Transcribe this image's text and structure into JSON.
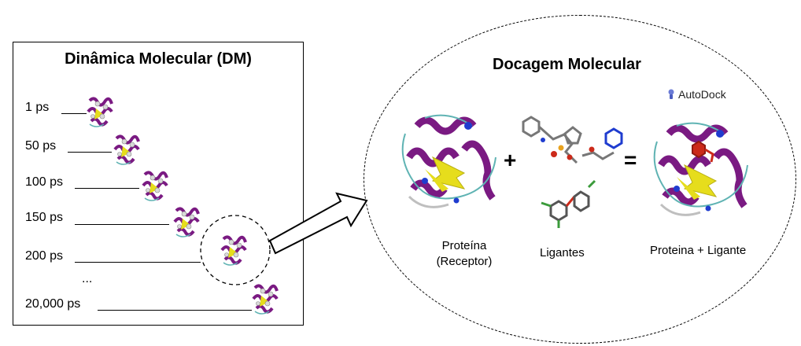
{
  "md_panel": {
    "title": "Dinâmica Molecular (DM)",
    "time_labels": [
      "1 ps",
      "50 ps",
      "100 ps",
      "150 ps",
      "200 ps",
      "20,000 ps"
    ],
    "ellipsis": "..."
  },
  "docking_panel": {
    "title": "Docagem Molecular",
    "software_label": "AutoDock",
    "plus_sign": "+",
    "equals_sign": "=",
    "protein_caption_line1": "Proteína",
    "protein_caption_line2": "(Receptor)",
    "ligands_caption": "Ligantes",
    "complex_caption": "Proteina + Ligante"
  },
  "colors": {
    "helix": "#7a1a82",
    "sheet": "#e6dd1c",
    "coil": "#5fb3b3",
    "ligand_red": "#cc2a1a",
    "ligand_green": "#3b9b3b"
  }
}
